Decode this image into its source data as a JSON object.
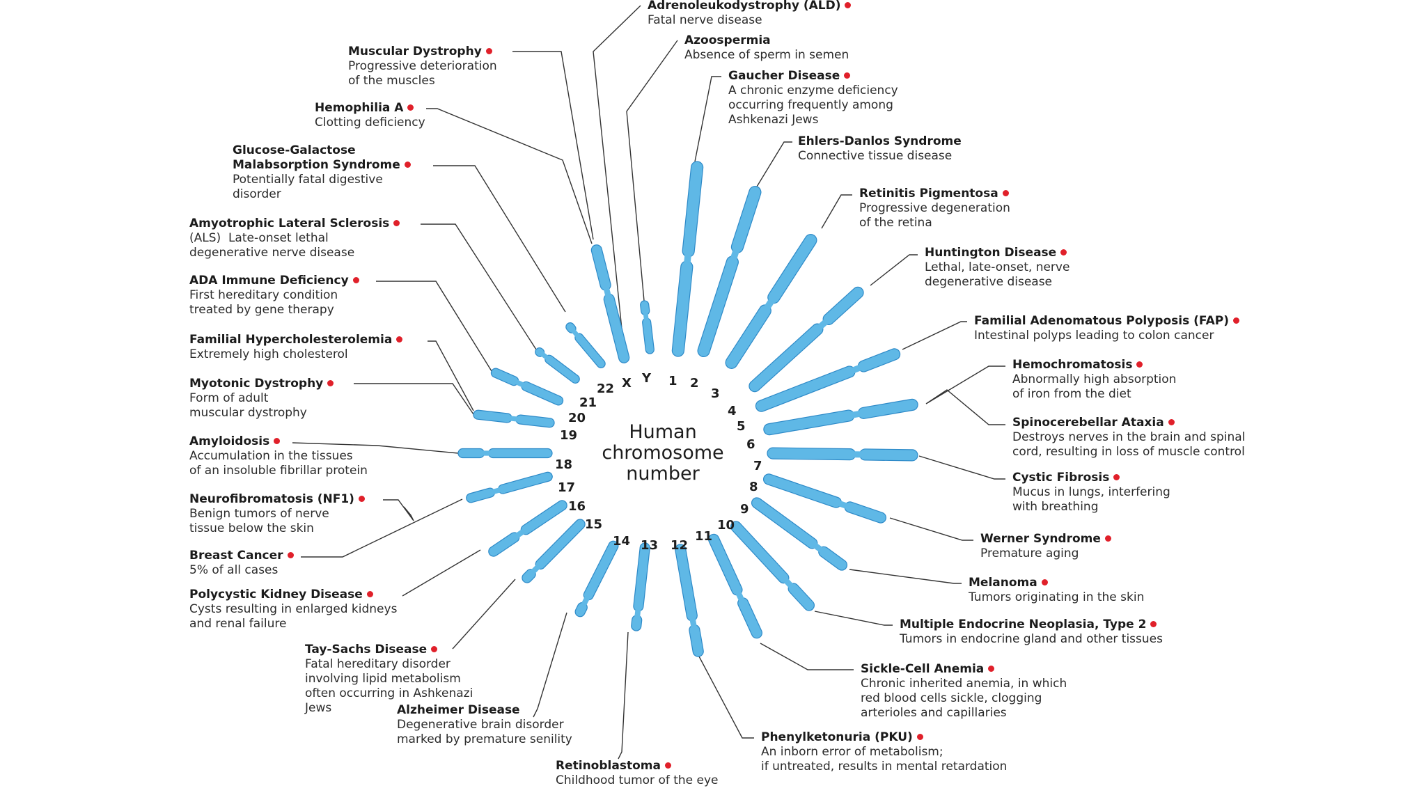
{
  "center_title": [
    "Human",
    "chromosome",
    "number"
  ],
  "colors": {
    "chromosome": "#5fb8e6",
    "chromosome_edge": "#2e8ac8",
    "dot": "#e0202a",
    "line": "#333333"
  },
  "chromosomes": [
    {
      "id": "1",
      "label": "1"
    },
    {
      "id": "2",
      "label": "2"
    },
    {
      "id": "3",
      "label": "3"
    },
    {
      "id": "4",
      "label": "4"
    },
    {
      "id": "5",
      "label": "5"
    },
    {
      "id": "6",
      "label": "6"
    },
    {
      "id": "7",
      "label": "7"
    },
    {
      "id": "8",
      "label": "8"
    },
    {
      "id": "9",
      "label": "9"
    },
    {
      "id": "10",
      "label": "10"
    },
    {
      "id": "11",
      "label": "11"
    },
    {
      "id": "12",
      "label": "12"
    },
    {
      "id": "13",
      "label": "13"
    },
    {
      "id": "14",
      "label": "14"
    },
    {
      "id": "15",
      "label": "15"
    },
    {
      "id": "16",
      "label": "16"
    },
    {
      "id": "17",
      "label": "17"
    },
    {
      "id": "18",
      "label": "18"
    },
    {
      "id": "19",
      "label": "19"
    },
    {
      "id": "20",
      "label": "20"
    },
    {
      "id": "21",
      "label": "21"
    },
    {
      "id": "22",
      "label": "22"
    },
    {
      "id": "X",
      "label": "X"
    },
    {
      "id": "Y",
      "label": "Y"
    }
  ],
  "diseases": [
    {
      "key": "ald",
      "title": "Adrenoleukodystrophy (ALD)",
      "desc": "Fatal nerve disease",
      "dot": true
    },
    {
      "key": "azoospermia",
      "title": "Azoospermia",
      "desc": "Absence of sperm in semen",
      "dot": false
    },
    {
      "key": "gaucher",
      "title": "Gaucher Disease",
      "desc": "A chronic enzyme deficiency\noccurring frequently among\nAshkenazi Jews",
      "dot": true
    },
    {
      "key": "ehlers",
      "title": "Ehlers-Danlos Syndrome",
      "desc": "Connective tissue disease",
      "dot": false
    },
    {
      "key": "retinitis",
      "title": "Retinitis Pigmentosa",
      "desc": "Progressive degeneration\nof the retina",
      "dot": true
    },
    {
      "key": "huntington",
      "title": "Huntington Disease",
      "desc": "Lethal, late-onset, nerve\ndegenerative disease",
      "dot": true
    },
    {
      "key": "fap",
      "title": "Familial Adenomatous Polyposis (FAP)",
      "desc": "Intestinal polyps leading to colon cancer",
      "dot": true
    },
    {
      "key": "hemochromatosis",
      "title": "Hemochromatosis",
      "desc": "Abnormally high absorption\nof iron from the diet",
      "dot": true
    },
    {
      "key": "spinocerebellar",
      "title": "Spinocerebellar Ataxia",
      "desc": "Destroys nerves in the brain and spinal\ncord, resulting in loss of muscle control",
      "dot": true
    },
    {
      "key": "cystic",
      "title": "Cystic Fibrosis",
      "desc": "Mucus in lungs, interfering\nwith breathing",
      "dot": true
    },
    {
      "key": "werner",
      "title": "Werner Syndrome",
      "desc": "Premature aging",
      "dot": true
    },
    {
      "key": "melanoma",
      "title": "Melanoma",
      "desc": "Tumors originating in the skin",
      "dot": true
    },
    {
      "key": "men2",
      "title": "Multiple Endocrine Neoplasia, Type 2",
      "desc": "Tumors in endocrine gland and other tissues",
      "dot": true
    },
    {
      "key": "sickle",
      "title": "Sickle-Cell Anemia",
      "desc": "Chronic inherited anemia, in which\nred blood cells sickle, clogging\narterioles and capillaries",
      "dot": true
    },
    {
      "key": "pku",
      "title": "Phenylketonuria (PKU)",
      "desc": "An inborn error of metabolism;\nif untreated, results in mental retardation",
      "dot": true
    },
    {
      "key": "retinoblastoma",
      "title": "Retinoblastoma",
      "desc": "Childhood tumor of the eye",
      "dot": true
    },
    {
      "key": "alzheimer",
      "title": "Alzheimer Disease",
      "desc": "Degenerative brain disorder\nmarked by premature senility",
      "dot": false
    },
    {
      "key": "taysachs",
      "title": "Tay-Sachs Disease",
      "desc": "Fatal hereditary disorder\ninvolving lipid metabolism\noften occurring in Ashkenazi\nJews",
      "dot": true
    },
    {
      "key": "polycystic",
      "title": "Polycystic Kidney Disease",
      "desc": "Cysts resulting in enlarged kidneys\nand renal failure",
      "dot": true
    },
    {
      "key": "breast",
      "title": "Breast Cancer",
      "desc": "5% of all cases",
      "dot": true
    },
    {
      "key": "nf1",
      "title": "Neurofibromatosis (NF1)",
      "desc": "Benign tumors of nerve\ntissue below the skin",
      "dot": true
    },
    {
      "key": "amyloidosis",
      "title": "Amyloidosis",
      "desc": "Accumulation in the tissues\nof an insoluble fibrillar protein",
      "dot": true
    },
    {
      "key": "myotonic",
      "title": "Myotonic Dystrophy",
      "desc": "Form of adult\nmuscular dystrophy",
      "dot": true
    },
    {
      "key": "hypercholesterolemia",
      "title": "Familial Hypercholesterolemia",
      "desc": "Extremely high cholesterol",
      "dot": true
    },
    {
      "key": "ada",
      "title": "ADA Immune Deficiency",
      "desc": "First hereditary condition\ntreated by gene therapy",
      "dot": true
    },
    {
      "key": "als",
      "title": "Amyotrophic Lateral Sclerosis",
      "desc": "(ALS)  Late-onset lethal\ndegenerative nerve disease",
      "dot": true
    },
    {
      "key": "glucose",
      "title": "Glucose-Galactose\nMalabsorption Syndrome",
      "desc": "Potentially fatal digestive\ndisorder",
      "dot": true
    },
    {
      "key": "hemophilia",
      "title": "Hemophilia A",
      "desc": "Clotting deficiency",
      "dot": true
    },
    {
      "key": "muscular",
      "title": "Muscular Dystrophy",
      "desc": "Progressive deterioration\nof the muscles",
      "dot": true
    }
  ]
}
